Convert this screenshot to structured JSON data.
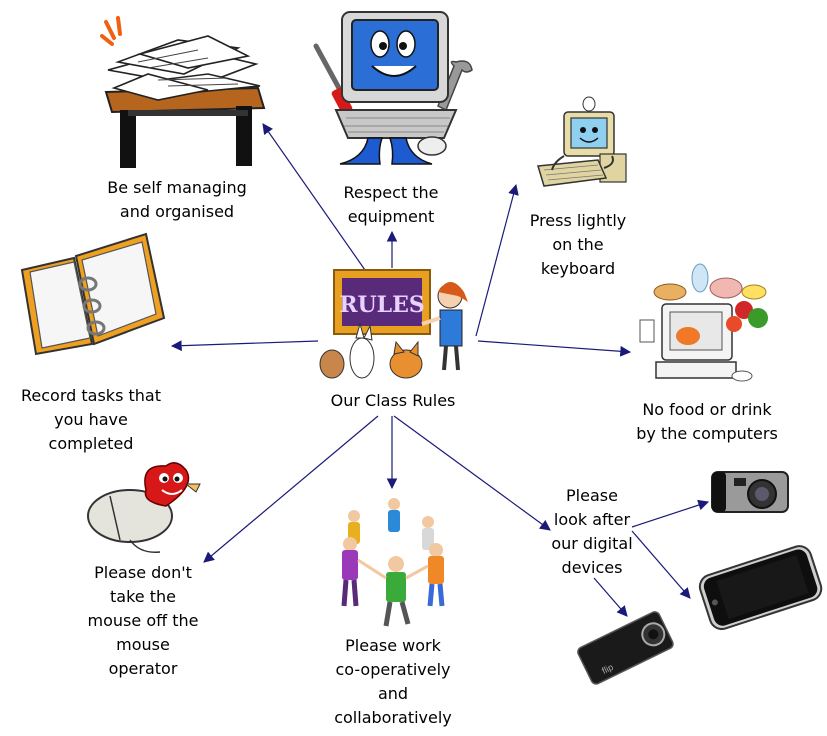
{
  "center": {
    "title": "Our Class Rules",
    "board_text": "RULES"
  },
  "rules": [
    {
      "id": "self-managing",
      "lines": [
        "Be self managing",
        "and organised"
      ],
      "icon": "messy-desk-icon"
    },
    {
      "id": "respect-equipment",
      "lines": [
        "Respect the",
        "equipment"
      ],
      "icon": "computer-mascot-icon"
    },
    {
      "id": "press-lightly",
      "lines": [
        "Press lightly",
        "on the",
        "keyboard"
      ],
      "icon": "computer-typing-icon"
    },
    {
      "id": "no-food",
      "lines": [
        "No food or drink",
        "by the computers"
      ],
      "icon": "food-on-computer-icon"
    },
    {
      "id": "record-tasks",
      "lines": [
        "Record tasks that",
        "you have",
        "completed"
      ],
      "icon": "folder-binder-icon"
    },
    {
      "id": "mouse-operator",
      "lines": [
        "Please don't",
        "take the",
        "mouse off the",
        "mouse",
        "operator"
      ],
      "icon": "mouse-heart-icon"
    },
    {
      "id": "work-cooperatively",
      "lines": [
        "Please work",
        "co-operatively",
        "and",
        "collaboratively"
      ],
      "icon": "kids-circle-icon"
    },
    {
      "id": "digital-devices",
      "lines": [
        "Please",
        "look after",
        "our digital",
        "devices"
      ],
      "icon": "devices-icon"
    }
  ],
  "devices": {
    "camera_lens_text": "",
    "flip_brand": "flip"
  },
  "colors": {
    "arrow": "#1a1a7a",
    "board_purple": "#5a2a7a",
    "board_frame": "#e8a020",
    "board_text": "#e8d0ff"
  }
}
